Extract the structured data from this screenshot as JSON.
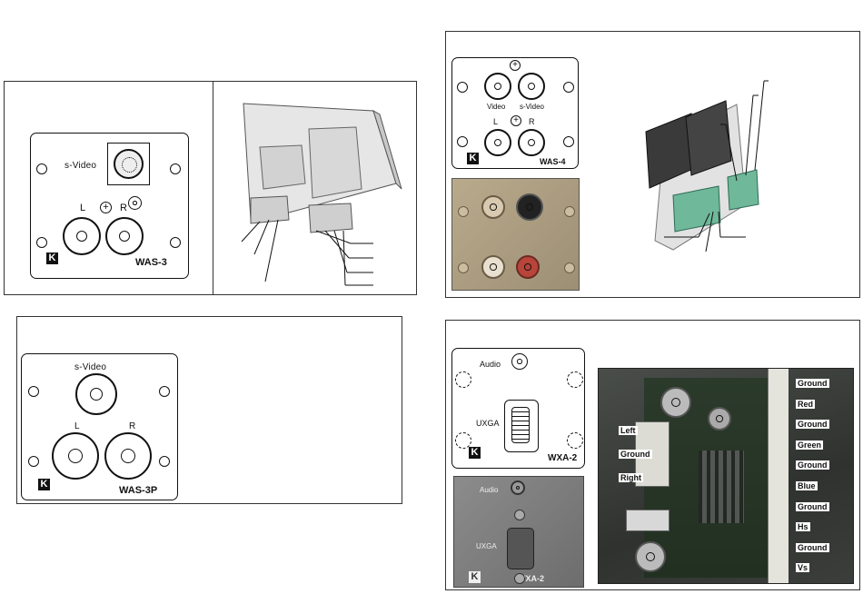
{
  "was3": {
    "svideo_label": "s-Video",
    "left_label": "L",
    "right_label": "R",
    "model": "WAS-3",
    "logo": "K"
  },
  "was3p": {
    "svideo_label": "s-Video",
    "left_label": "L",
    "right_label": "R",
    "model": "WAS-3P",
    "logo": "K"
  },
  "was4": {
    "video_label": "Video",
    "svideo_label": "s-Video",
    "left_label": "L",
    "right_label": "R",
    "model": "WAS-4",
    "logo": "K"
  },
  "wxa2": {
    "audio_label": "Audio",
    "uxga_label": "UXGA",
    "model": "WXA-2",
    "logo": "K",
    "photo_audio_label": "Audio",
    "photo_uxga_label": "UXGA",
    "photo_model": "WXA-2",
    "audio_terminals": [
      "Left",
      "Ground",
      "Right"
    ],
    "video_terminals": [
      "Ground",
      "Red",
      "Ground",
      "Green",
      "Ground",
      "Blue",
      "Ground",
      "Hs",
      "Ground",
      "Vs"
    ]
  }
}
